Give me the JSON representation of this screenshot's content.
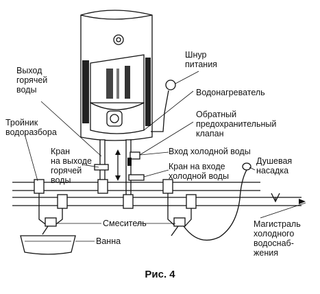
{
  "labels": {
    "power_cord": "Шнур\nпитания",
    "hot_outlet": "Выход\nгорячей\nводы",
    "water_heater": "Водонагреватель",
    "check_valve": "Обратный\nпредохранительный\nклапан",
    "tee": "Тройник\nводоразбора",
    "cold_inlet": "Вход холодной воды",
    "hot_outlet_tap": "Кран\nна выходе\nгорячей\nводы",
    "cold_inlet_tap": "Кран на входе\nхолодной воды",
    "shower_head": "Душевая\nнасадка",
    "mixer": "Смеситель",
    "bath": "Ванна",
    "main_line": "Магистраль\nхолодного\nводоснаб-\nжения"
  },
  "caption": "Рис. 4"
}
